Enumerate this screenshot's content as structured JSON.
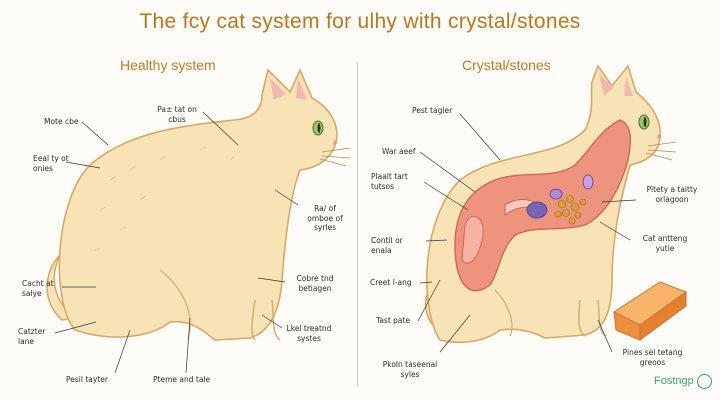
{
  "title": "The fcy cat system for ulhy with crystal/stones",
  "left_panel": {
    "heading": "Healthy system",
    "labels": [
      "Mote cbe",
      "Eeal ty ot\nonies",
      "Pa± tat on\ncbus",
      "Ra/ of\nomboe of\nsyrles",
      "Cacht at\nsalye",
      "Catzter\nlane",
      "Cobre tnd\nbetiagen",
      "Lkel treatnd\nsystes",
      "Pesil tayter",
      "Pteme and tale"
    ]
  },
  "right_panel": {
    "heading": "Crystal/stones",
    "labels": [
      "Pest tagler",
      "War aeef",
      "Plaalt tart\ntutsos",
      "Contil or\nenala",
      "Creet l-ang",
      "Tast pate",
      "Pkoln taseenal\nsyles",
      "Pitety a taitty\norlagoon",
      "Cat antteng\nyutie",
      "Pines sel tetang\ngreoos"
    ]
  },
  "watermark": "Fostngp",
  "colors": {
    "title": "#b9771e",
    "cat_fur": "#f7e3b5",
    "cat_outline": "#d9a866",
    "organ": "#ee8f7c",
    "crystal": "#f09a4a"
  }
}
